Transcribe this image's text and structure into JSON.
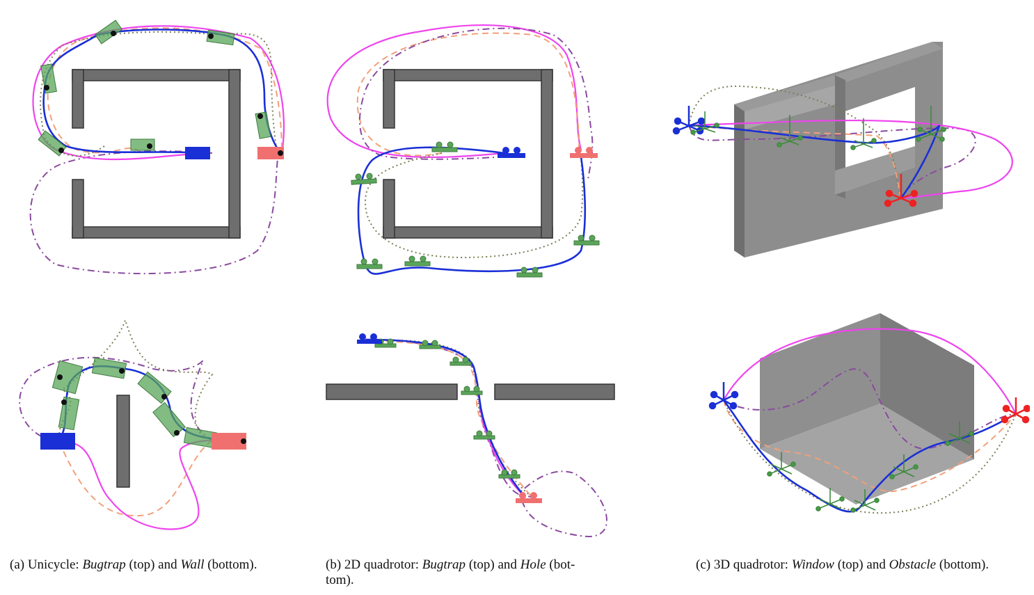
{
  "figure": {
    "panels": [
      {
        "id": "a",
        "caption": {
          "prefix": "(a) Unicycle: ",
          "env1": "Bugtrap",
          "mid": " (top) and ",
          "env2": "Wall",
          "suffix": " (bottom)."
        }
      },
      {
        "id": "b",
        "caption": {
          "prefix": "(b) 2D quadrotor: ",
          "env1": "Bugtrap",
          "mid": " (top) and ",
          "env2": "Hole",
          "suffix": " (bot-",
          "line2": "tom)."
        }
      },
      {
        "id": "c",
        "caption": {
          "prefix": "(c) 3D quadrotor: ",
          "env1": "Window",
          "mid": " (top) and ",
          "env2": "Obstacle",
          "suffix": " (bottom)."
        }
      }
    ],
    "colors": {
      "ours": "#1a2fd6",
      "magenta": "#ee44ee",
      "orange_dashed": "#f2a07a",
      "purple_dashdot": "#8a4a9e",
      "olive_dotted": "#7d7d55",
      "robot_states": "#5aa55a",
      "start": "#1a2fd6",
      "goal": "#f07070",
      "obstacle": "#6e6e6e"
    }
  }
}
